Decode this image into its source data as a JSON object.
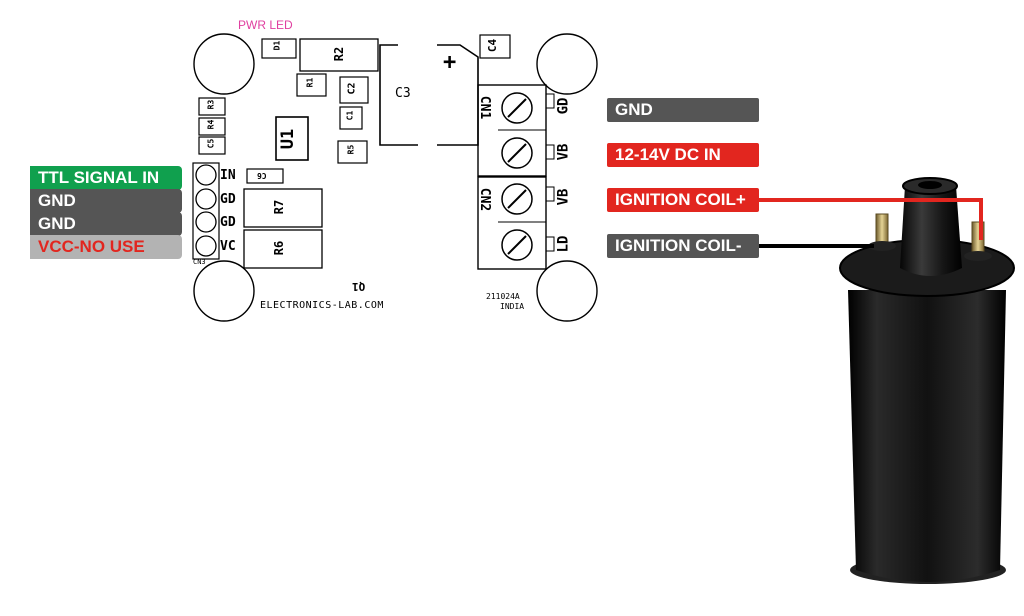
{
  "colors": {
    "green": "#10a04e",
    "dark_gray": "#555555",
    "red": "#e2261f",
    "light_gray": "#b3b3b3",
    "pwr_led_pink": "#e040a0"
  },
  "left_labels": [
    {
      "text": "TTL SIGNAL IN",
      "color": "#10a04e"
    },
    {
      "text": "GND",
      "color": "#555555"
    },
    {
      "text": "GND",
      "color": "#555555"
    },
    {
      "text": "VCC-NO USE",
      "color": "#b3b3b3",
      "text_color": "#e2261f"
    }
  ],
  "right_labels": [
    {
      "text": "GND",
      "color": "#555555"
    },
    {
      "text": "12-14V DC IN",
      "color": "#e2261f"
    },
    {
      "text": "IGNITION COIL+",
      "color": "#e2261f"
    },
    {
      "text": "IGNITION COIL-",
      "color": "#555555"
    }
  ],
  "pcb": {
    "pwr_led": "PWR LED",
    "components": {
      "d1": "D1",
      "r1": "R1",
      "r2": "R2",
      "c2": "C2",
      "c1": "C1",
      "r5": "R5",
      "c3": "C3",
      "c4": "C4",
      "plus": "+",
      "u1": "U1",
      "r3": "R3",
      "r4": "R4",
      "c5": "C5",
      "c6": "C6",
      "r7": "R7",
      "r6": "R6",
      "q1": "Q1"
    },
    "cn3_pins": [
      "IN",
      "GD",
      "GD",
      "VC"
    ],
    "cn3_label": "CN3",
    "cn1_label": "CN1",
    "cn2_label": "CN2",
    "cn1_pins": [
      "GD",
      "VB"
    ],
    "cn2_pins": [
      "VB",
      "LD"
    ],
    "website": "ELECTRONICS-LAB.COM",
    "board_code": "211024A",
    "board_origin": "INDIA"
  }
}
